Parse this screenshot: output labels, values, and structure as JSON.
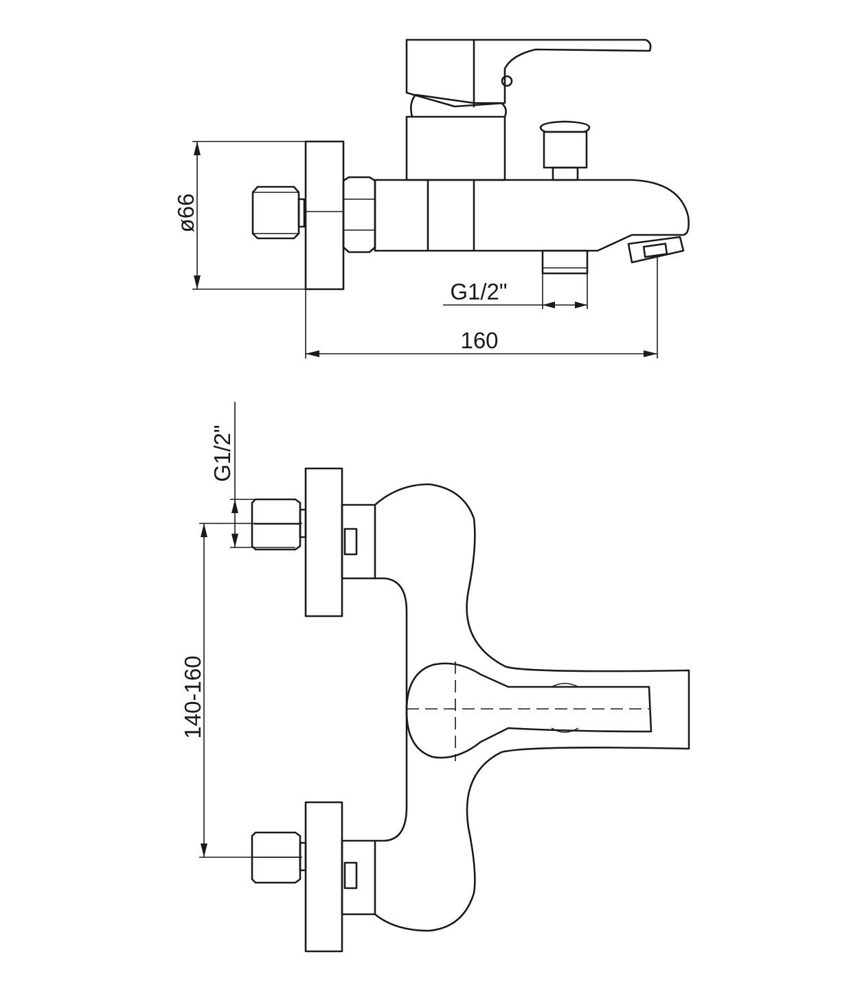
{
  "dimensions": {
    "rosette_diameter": "ø66",
    "outlet_thread_top": "G1/2\"",
    "overall_length": "160",
    "inlet_thread_side": "G1/2\"",
    "inlet_spacing": "140-160"
  }
}
